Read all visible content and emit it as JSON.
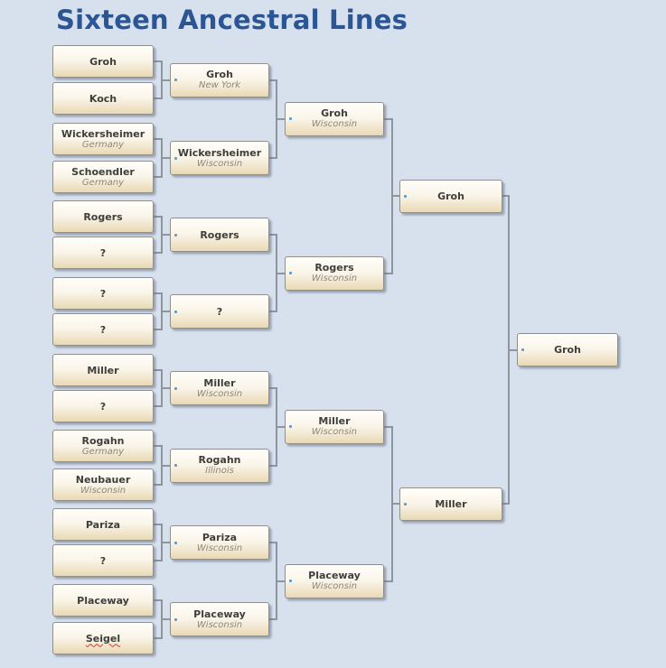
{
  "title": "Sixteen Ancestral Lines",
  "colors": {
    "background": "#d7e1ee",
    "title": "#2b5593",
    "box_gradient_top": "#fffefa",
    "box_gradient_bottom": "#e8d9b4",
    "box_border": "#908f89",
    "connector_line": "#8f959d",
    "surname_text": "#3e3e3a",
    "place_text": "#8d887b",
    "anchor_dot": "#5b9bd5",
    "misspell_underline": "#d9352b"
  },
  "icons": {
    "node_anchor_dot": "blue-square-dot"
  },
  "tree": {
    "generations": [
      {
        "nodes": [
          {
            "name": "Groh"
          },
          {
            "name": "Koch"
          },
          {
            "name": "Wickersheimer",
            "place": "Germany"
          },
          {
            "name": "Schoendler",
            "place": "Germany"
          },
          {
            "name": "Rogers"
          },
          {
            "name": "?"
          },
          {
            "name": "?"
          },
          {
            "name": "?"
          },
          {
            "name": "Miller"
          },
          {
            "name": "?"
          },
          {
            "name": "Rogahn",
            "place": "Germany"
          },
          {
            "name": "Neubauer",
            "place": "Wisconsin"
          },
          {
            "name": "Pariza"
          },
          {
            "name": "?"
          },
          {
            "name": "Placeway"
          },
          {
            "name": "Seigel",
            "underline": "red-wavy"
          }
        ]
      },
      {
        "nodes": [
          {
            "name": "Groh",
            "place": "New York"
          },
          {
            "name": "Wickersheimer",
            "place": "Wisconsin"
          },
          {
            "name": "Rogers"
          },
          {
            "name": "?"
          },
          {
            "name": "Miller",
            "place": "Wisconsin"
          },
          {
            "name": "Rogahn",
            "place": "Illinois"
          },
          {
            "name": "Pariza",
            "place": "Wisconsin"
          },
          {
            "name": "Placeway",
            "place": "Wisconsin"
          }
        ]
      },
      {
        "nodes": [
          {
            "name": "Groh",
            "place": "Wisconsin"
          },
          {
            "name": "Rogers",
            "place": "Wisconsin"
          },
          {
            "name": "Miller",
            "place": "Wisconsin"
          },
          {
            "name": "Placeway",
            "place": "Wisconsin"
          }
        ]
      },
      {
        "nodes": [
          {
            "name": "Groh"
          },
          {
            "name": "Miller"
          }
        ]
      },
      {
        "nodes": [
          {
            "name": "Groh"
          }
        ]
      }
    ]
  }
}
